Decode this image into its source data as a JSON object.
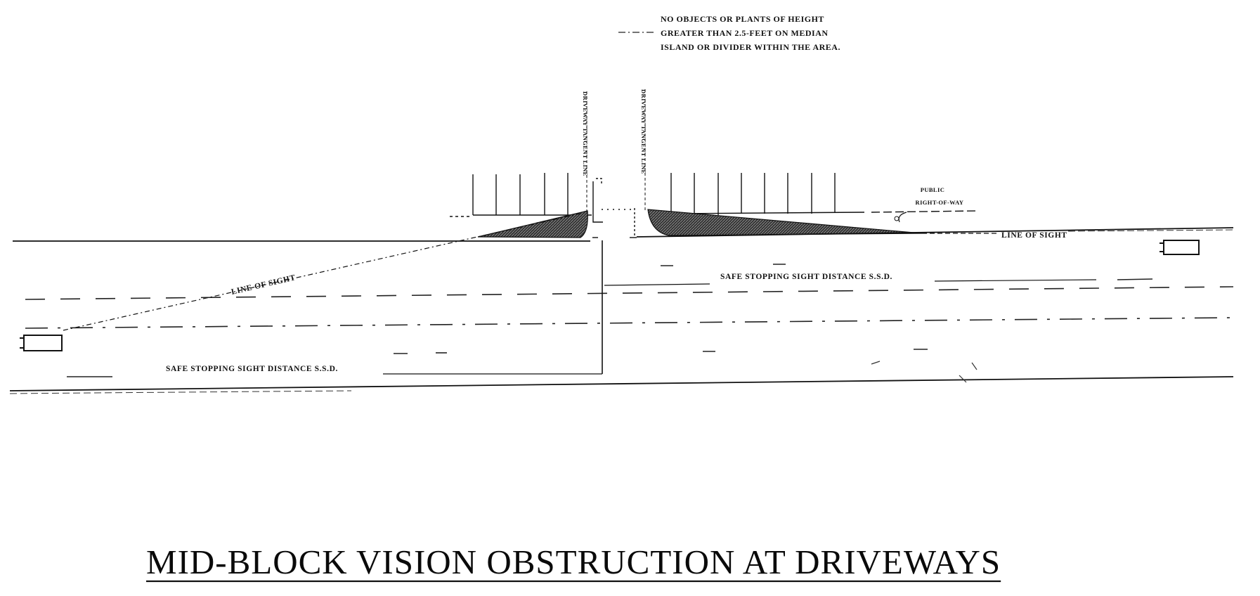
{
  "diagram": {
    "title": "MID-BLOCK VISION OBSTRUCTION AT DRIVEWAYS",
    "note_lines": [
      "NO OBJECTS OR PLANTS OF HEIGHT",
      "GREATER THAN 2.5-FEET ON MEDIAN",
      "ISLAND OR DIVIDER WITHIN THE AREA."
    ],
    "left_tangent_label": "DRIVEWAY TANGENT LINE",
    "right_tangent_label": "DRIVEWAY TANGENT LINE",
    "public_row_lines": [
      "PUBLIC",
      "RIGHT-OF-WAY"
    ],
    "line_of_sight_left": "LINE OF SIGHT",
    "line_of_sight_right": "LINE OF SIGHT",
    "ssd_upper": "SAFE STOPPING SIGHT DISTANCE S.S.D.",
    "ssd_lower": "SAFE STOPPING SIGHT DISTANCE S.S.D.",
    "colors": {
      "ink": "#111111",
      "paper": "#ffffff"
    }
  }
}
